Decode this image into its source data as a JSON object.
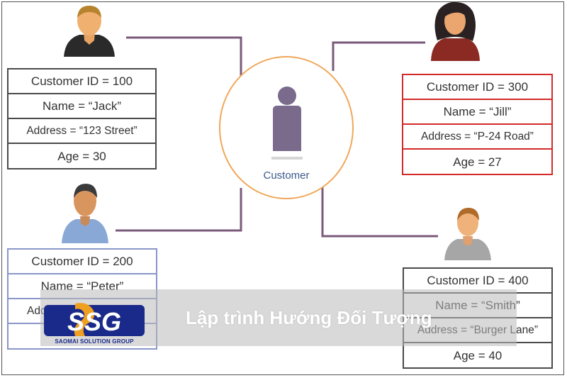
{
  "center": {
    "label": "Customer"
  },
  "customers": [
    {
      "id": "Customer ID = 100",
      "name": "Name = “Jack”",
      "address": "Address = “123 Street”",
      "age": "Age = 30"
    },
    {
      "id": "Customer ID = 300",
      "name": "Name = “Jill”",
      "address": "Address = “P-24 Road”",
      "age": "Age = 27"
    },
    {
      "id": "Customer ID = 200",
      "name": "Name = “Peter”",
      "address": "Addr",
      "age": ""
    },
    {
      "id": "Customer ID = 400",
      "name": "Name = “Smith”",
      "address": "Address = “Burger Lane”",
      "age": "Age = 40"
    }
  ],
  "banner": {
    "title": "Lập trình Hướng Đối Tượng",
    "logo_text": "SSG",
    "logo_tagline": "SAOMAI SOLUTION GROUP"
  },
  "colors": {
    "card_border": "#4a4a4a",
    "card_border_highlight": "#d42a2a",
    "card_border_blue": "#8a96c8",
    "circle_border": "#f0a75a",
    "connector": "#7a5a7a",
    "logo_blue": "#1a2a8a",
    "logo_orange": "#f0a020"
  }
}
